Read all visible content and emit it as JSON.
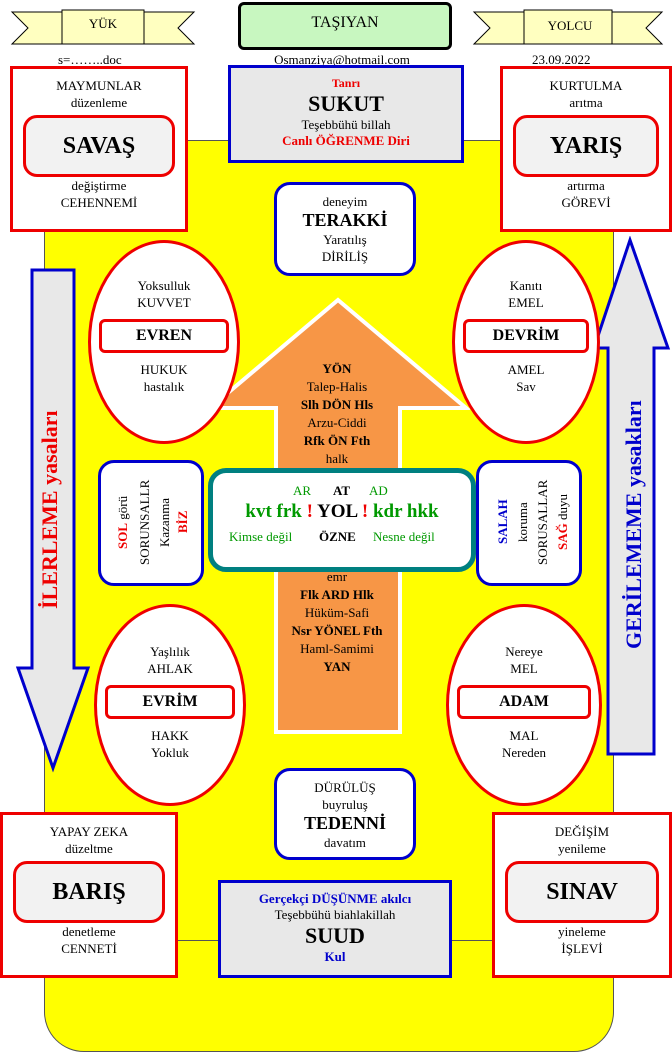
{
  "header": {
    "left_ribbon": "YÜK",
    "center_title": "TAŞIYAN",
    "right_ribbon": "YOLCU",
    "file": "s=……..doc",
    "email": "Osmanziya@hotmail.com",
    "date": "23.09.2022"
  },
  "top_center": {
    "line1": "Tanrı",
    "title": "SUKUT",
    "line2": "Teşebbühü billah",
    "line3": "Canlı ÖĞRENME Diri"
  },
  "bottom_center": {
    "line1": "Gerçekçi DÜŞÜNME akılcı",
    "line2": "Teşebbühü biahlakillah",
    "title": "SUUD",
    "line3": "Kul"
  },
  "corners": {
    "top_left": {
      "top": "MAYMUNLAR",
      "sub": "düzenleme",
      "title": "SAVAŞ",
      "under": "değiştirme",
      "bottom": "CEHENNEMİ"
    },
    "top_right": {
      "top": "KURTULMA",
      "sub": "arıtma",
      "title": "YARIŞ",
      "under": "artırma",
      "bottom": "GÖREVİ"
    },
    "bottom_left": {
      "top": "YAPAY ZEKA",
      "sub": "düzeltme",
      "title": "BARIŞ",
      "under": "denetleme",
      "bottom": "CENNETİ"
    },
    "bottom_right": {
      "top": "DEĞİŞİM",
      "sub": "yenileme",
      "title": "SINAV",
      "under": "yineleme",
      "bottom": "İŞLEVİ"
    }
  },
  "terakki": {
    "top": "deneyim",
    "title": "TERAKKİ",
    "line1": "Yaratılış",
    "line2": "DİRİLİŞ"
  },
  "tedenni": {
    "top": "DÜRÜLÜŞ",
    "line1": "buyruluş",
    "title": "TEDENNİ",
    "line2": "davatım"
  },
  "ellipses": {
    "evren": {
      "top1": "Yoksulluk",
      "top2": "KUVVET",
      "title": "EVREN",
      "bot1": "HUKUK",
      "bot2": "hastalık"
    },
    "devrim": {
      "top1": "Kanıtı",
      "top2": "EMEL",
      "title": "DEVRİM",
      "bot1": "AMEL",
      "bot2": "Sav"
    },
    "evrim": {
      "top1": "Yaşlılık",
      "top2": "AHLAK",
      "title": "EVRİM",
      "bot1": "HAKK",
      "bot2": "Yokluk"
    },
    "adam": {
      "top1": "Nereye",
      "top2": "MEL",
      "title": "ADAM",
      "bot1": "MAL",
      "bot2": "Nereden"
    }
  },
  "side_boxes": {
    "left": {
      "col1a": "SOL",
      "col1b": "görü",
      "col2": "SORUNSALLR",
      "col3": "Kazanma",
      "col4": "BİZ"
    },
    "right": {
      "col1": "SALAH",
      "col2": "koruma",
      "col3": "SORUSALLAR",
      "col4a": "SAĞ",
      "col4b": "duyu"
    }
  },
  "arrow_up": {
    "l1": "YÖN",
    "l2": "Talep-Halis",
    "l3": "Slh DÖN Hls",
    "l4": "Arzu-Ciddi",
    "l5": "Rfk ÖN Fth",
    "l6": "halk"
  },
  "arrow_down": {
    "l1": "emr",
    "l2": "Flk ARD Hlk",
    "l3": "Hüküm-Safi",
    "l4": "Nsr YÖNEL Fth",
    "l5": "Haml-Samimi",
    "l6": "YAN"
  },
  "center": {
    "ar": "AR",
    "at": "AT",
    "ad": "AD",
    "kvt": "kvt frk",
    "excl1": "!",
    "yol": "YOL",
    "excl2": "!",
    "kdr": "kdr hkk",
    "kimse": "Kimse değil",
    "ozne": "ÖZNE",
    "nesne": "Nesne değil"
  },
  "side_arrows": {
    "left": "İLERLEME yasaları",
    "right": "GERİLEMEME yasakları"
  },
  "colors": {
    "yellow": "#ffff00",
    "orange": "#f79646",
    "red": "#e00000",
    "blue": "#0000cc",
    "teal": "#008080",
    "arrow_fill": "#e8e8e8"
  }
}
